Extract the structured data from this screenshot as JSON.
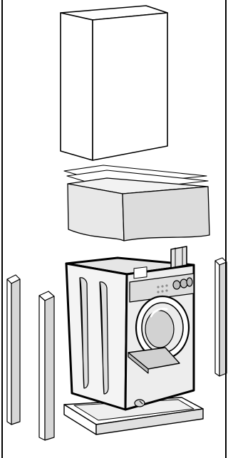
{
  "figure": {
    "subject": "exploded-view-washing-machine-packaging",
    "colors": {
      "ink": "#000000",
      "paper": "#ffffff",
      "foam": "#e6e6e6",
      "panel": "#d9d9d9",
      "shade": "#bdbdbd",
      "dark": "#8c8c8c"
    },
    "parts": [
      {
        "id": "carton-box",
        "icon": "box-icon"
      },
      {
        "id": "cardboard-sheets",
        "icon": "sheet-icon"
      },
      {
        "id": "top-foam-cap",
        "icon": "foam-icon"
      },
      {
        "id": "washing-machine",
        "icon": "washer-icon"
      },
      {
        "id": "corner-posts",
        "icon": "post-icon"
      },
      {
        "id": "base-tray",
        "icon": "tray-icon"
      }
    ]
  }
}
